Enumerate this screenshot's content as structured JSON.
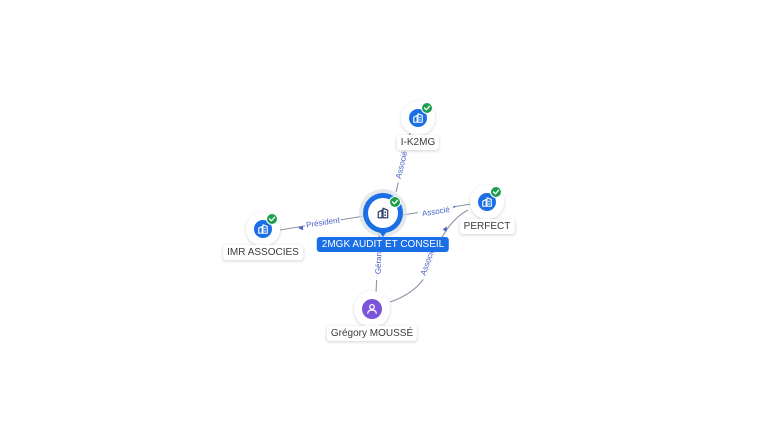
{
  "graph": {
    "nodes": [
      {
        "id": "main",
        "label": "2MGK AUDIT ET CONSEIL",
        "kind": "company",
        "verified": true,
        "role": "center"
      },
      {
        "id": "ik2mg",
        "label": "I-K2MG",
        "kind": "company",
        "verified": true
      },
      {
        "id": "perfect",
        "label": "PERFECT",
        "kind": "company",
        "verified": true
      },
      {
        "id": "imr",
        "label": "IMR ASSOCIES",
        "kind": "company",
        "verified": true
      },
      {
        "id": "gregory",
        "label": "Grégory MOUSSÉ",
        "kind": "person",
        "verified": false
      }
    ],
    "edges": [
      {
        "id": "e-ik2mg",
        "from": "main",
        "to": "ik2mg",
        "label": "Associé"
      },
      {
        "id": "e-perfect",
        "from": "main",
        "to": "perfect",
        "label": "Associé"
      },
      {
        "id": "e-imr",
        "from": "main",
        "to": "imr",
        "label": "Président"
      },
      {
        "id": "e-greg-gerant",
        "from": "gregory",
        "to": "main",
        "label": "Gérant"
      },
      {
        "id": "e-greg-assoc",
        "from": "gregory",
        "to": "perfect",
        "label": "Associé"
      }
    ]
  },
  "colors": {
    "company_icon": "#1a6fe6",
    "person_icon": "#7b55d9",
    "verified_badge": "#1e9e4e",
    "edge_line": "#8a94a6",
    "edge_label": "#4a64c8",
    "label_main_bg": "#1a6fe6"
  },
  "icons": {
    "company": "building-icon",
    "person": "user-icon",
    "verified": "check-badge-icon"
  }
}
